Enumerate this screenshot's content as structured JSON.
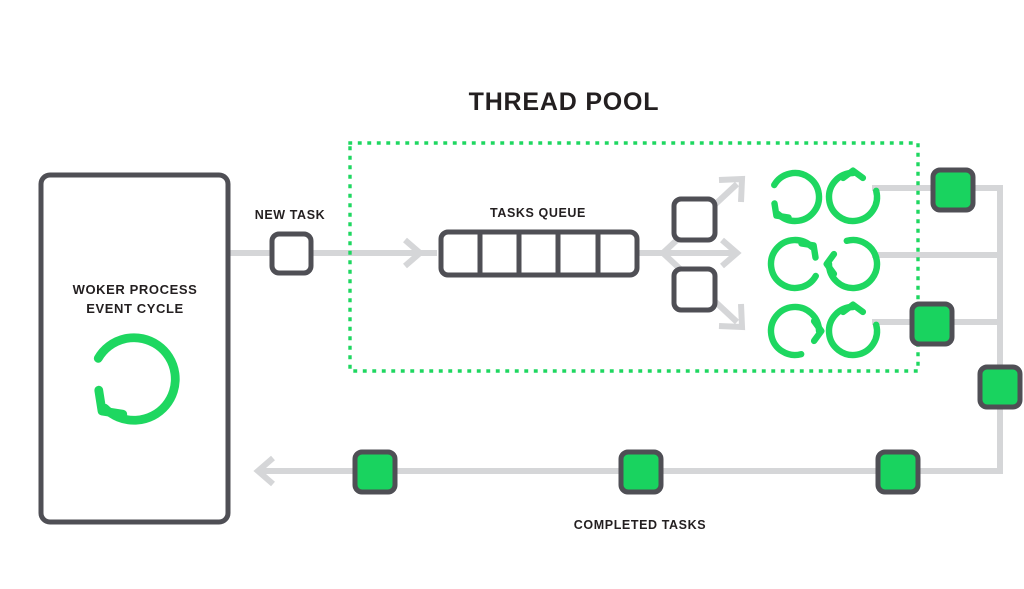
{
  "diagram": {
    "title": "THREAD POOL",
    "labels": {
      "new_task": "NEW TASK",
      "tasks_queue": "TASKS QUEUE",
      "completed_tasks": "COMPLETED TASKS",
      "worker_line1": "WOKER PROCESS",
      "worker_line2": "EVENT CYCLE"
    },
    "colors": {
      "green": "#1ed760",
      "green_fill": "#19d35f",
      "outline_dark": "#4f4f55",
      "line_gray": "#d5d6d8",
      "text": "#231f20",
      "background": "#ffffff"
    },
    "worker_process": {
      "name": "worker-process-box",
      "shape": "rounded-rectangle",
      "icon": "refresh-cycle-icon"
    },
    "tasks_queue": {
      "slots": 5,
      "filled": 0
    },
    "thread_pool": {
      "border_style": "dotted",
      "dispatch_squares": 2,
      "dispatch_arrows": 3,
      "worker_threads_rows": 3,
      "worker_threads_columns": 2,
      "worker_threads_total": 6,
      "thread_icons": [
        "refresh-cycle-icon-rot-0",
        "refresh-cycle-icon-rot-90",
        "refresh-cycle-icon-rot-180",
        "refresh-cycle-icon-rot-270",
        "refresh-cycle-icon-rot-225",
        "refresh-cycle-icon-rot-90b"
      ]
    },
    "completed_tasks": {
      "count_on_return_line": 3,
      "count_on_right_rail": 3,
      "marker": "completed-task-square"
    }
  }
}
